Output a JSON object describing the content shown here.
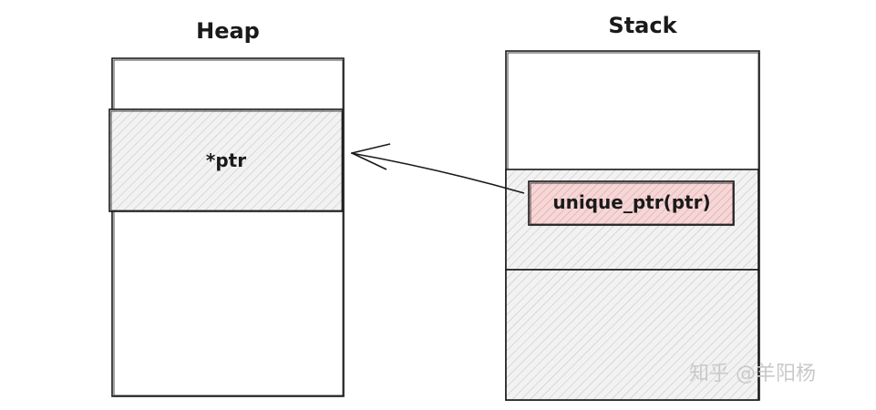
{
  "heap": {
    "title": "Heap",
    "cell_label": "*ptr"
  },
  "stack": {
    "title": "Stack",
    "cell_label": "unique_ptr(ptr)"
  },
  "watermark": "知乎 @羊阳杨",
  "colors": {
    "stroke": "#1a1a1a",
    "hatch": "#bfbfbf",
    "hatch_bg": "#f2f2f2",
    "highlight_fill": "#f6d6d6",
    "highlight_hatch": "#c98a8a",
    "watermark": "#c9c9c9"
  }
}
